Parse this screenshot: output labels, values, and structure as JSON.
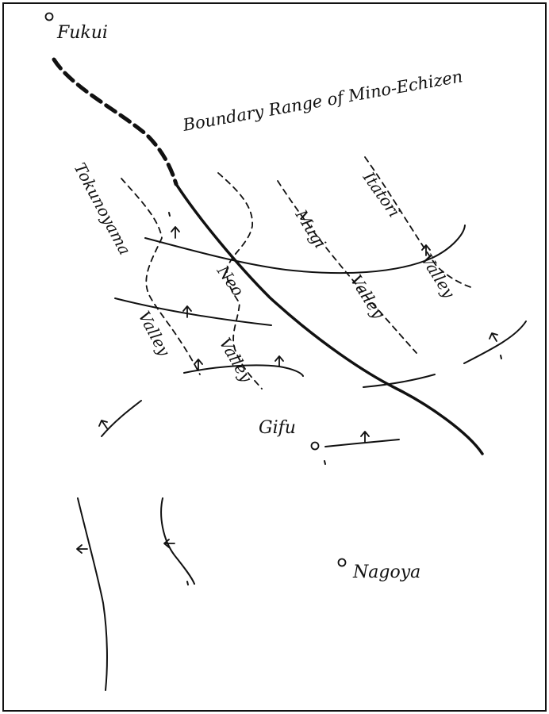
{
  "cities": {
    "fukui": "Fukui",
    "gifu": "Gifu",
    "nagoya": "Nagoya"
  },
  "labels": {
    "boundary_range": "Boundary Range of Mino-Echizen",
    "tokunoyama": "Tokunoyama",
    "tokunoyama_valley": "Valley",
    "neo": "Neo",
    "neo_valley": "Valley",
    "mugi": "Mugi",
    "mugi_valley": "Valley",
    "itatori": "Itatori",
    "itatori_valley": "Valley"
  },
  "style": {
    "ink_color": "#111111",
    "paper_color": "#ffffff"
  }
}
